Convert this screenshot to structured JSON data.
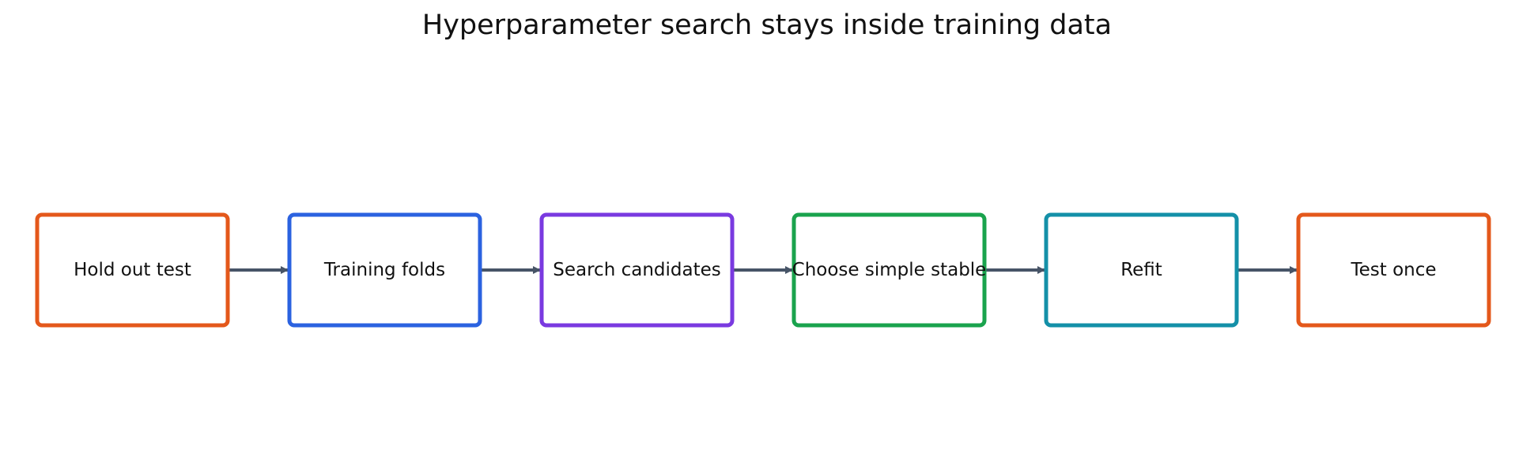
{
  "diagram": {
    "title": "Hyperparameter search stays inside training data",
    "nodes": [
      {
        "label": "Hold out test",
        "color": "#e4581b"
      },
      {
        "label": "Training folds",
        "color": "#2b62e0"
      },
      {
        "label": "Search candidates",
        "color": "#7a3ae0"
      },
      {
        "label": "Choose simple stable",
        "color": "#1aa34d"
      },
      {
        "label": "Refit",
        "color": "#1490a8"
      },
      {
        "label": "Test once",
        "color": "#e4581b"
      }
    ],
    "edges": [
      {
        "from": 0,
        "to": 1
      },
      {
        "from": 1,
        "to": 2
      },
      {
        "from": 2,
        "to": 3
      },
      {
        "from": 3,
        "to": 4
      },
      {
        "from": 4,
        "to": 5
      }
    ],
    "edge_color": "#475467"
  }
}
